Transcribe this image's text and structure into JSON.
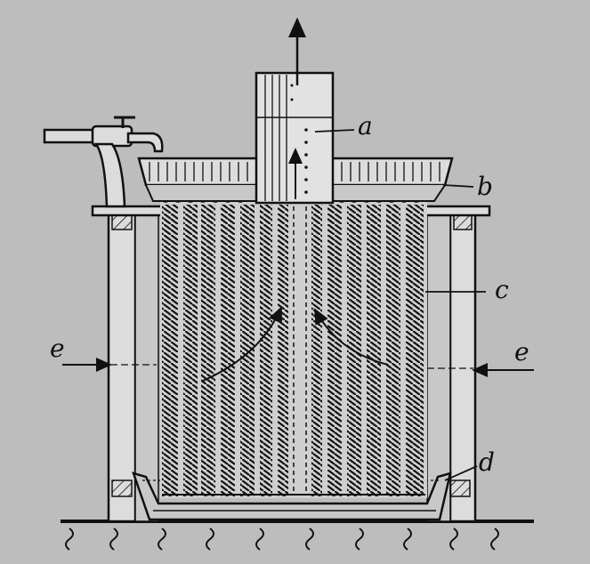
{
  "diagram": {
    "labels": {
      "a": "a",
      "b": "b",
      "c": "c",
      "d": "d",
      "e_left": "e",
      "e_right": "e"
    },
    "colors": {
      "background": "#bdbdbd",
      "ink": "#111111",
      "fill_light": "#dcdcdc",
      "fill_mid": "#c8c8c8"
    }
  }
}
